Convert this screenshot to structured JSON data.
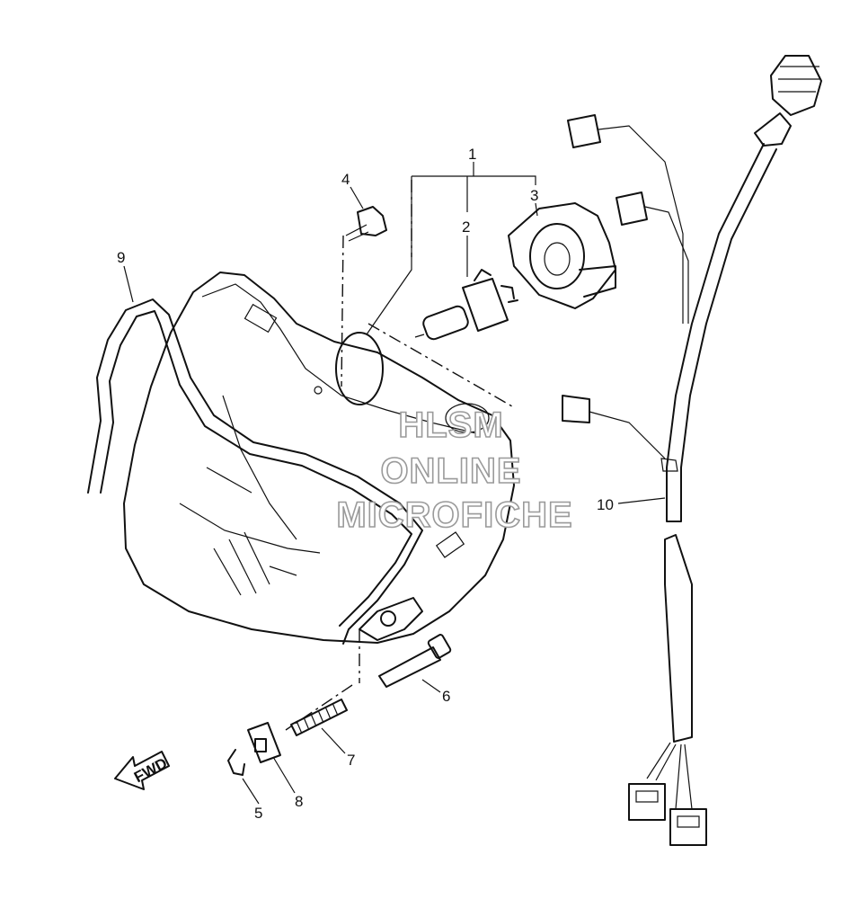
{
  "diagram": {
    "callouts": [
      {
        "id": "1",
        "label": "1"
      },
      {
        "id": "2",
        "label": "2"
      },
      {
        "id": "3",
        "label": "3"
      },
      {
        "id": "4",
        "label": "4"
      },
      {
        "id": "5",
        "label": "5"
      },
      {
        "id": "6",
        "label": "6"
      },
      {
        "id": "7",
        "label": "7"
      },
      {
        "id": "8",
        "label": "8"
      },
      {
        "id": "9",
        "label": "9"
      },
      {
        "id": "10",
        "label": "10"
      }
    ],
    "direction_label": "FWD",
    "watermark": {
      "line1": "HLSM",
      "line2": "ONLINE",
      "line3": "MICROFICHE"
    }
  }
}
